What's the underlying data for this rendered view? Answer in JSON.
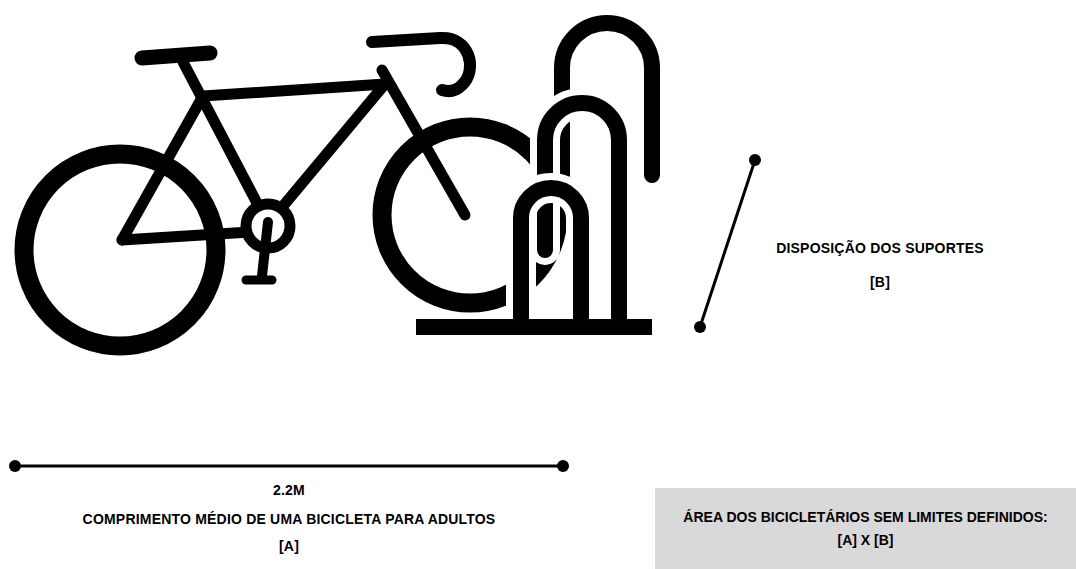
{
  "diagram": {
    "nodes": [
      {
        "text": [
          "ÁREA DOS BICICLETÁRIOS SEM LIMITES DEFINIDOS:",
          "[A] X [B]"
        ]
      }
    ],
    "labels": [
      "DISPOSIÇÃO DOS SUPORTES",
      "[B]",
      "2.2M",
      "COMPRIMENTO MÉDIO DE UMA BICICLETA PARA ADULTOS",
      "[A]"
    ]
  }
}
